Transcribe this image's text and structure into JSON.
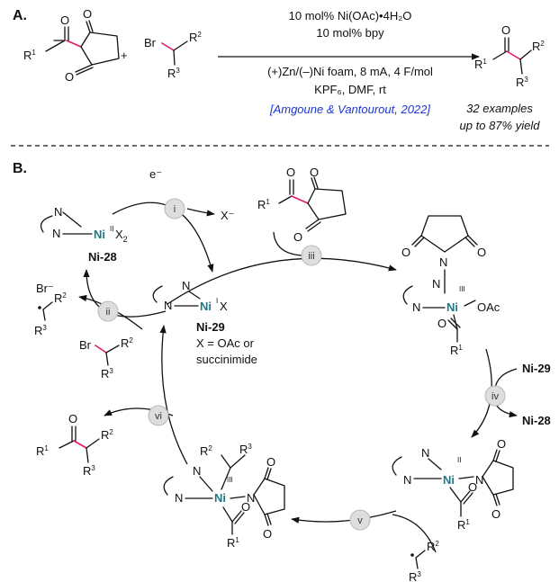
{
  "section_a": {
    "label": "A.",
    "cond_line1": "10 mol% Ni(OAc)•4H₂O",
    "cond_line2": "10 mol% bpy",
    "cond_line3": "(+)Zn/(–)Ni foam, 8 mA, 4 F/mol",
    "cond_line4": "KPF₆, DMF, rt",
    "reference": "[Amgoune & Vantourout, 2022]",
    "scope_line1": "32 examples",
    "scope_line2": "up to 87% yield",
    "plus": "+"
  },
  "section_b": {
    "label": "B.",
    "steps": [
      "i",
      "ii",
      "iii",
      "iv",
      "v",
      "vi"
    ],
    "electron": "e⁻",
    "halide_anion": "X⁻",
    "bromide_anion": "Br⁻",
    "ni28": "Ni-28",
    "ni29": "Ni-29",
    "ni29_caption_line1": "X = OAc or",
    "ni29_caption_line2": "succinimide",
    "step_iv_in": "Ni-29",
    "step_iv_out": "Ni-28"
  },
  "colors": {
    "accent_bond": "#e0186c",
    "nickel": "#1a7a8a",
    "reference": "#1a35d8",
    "step_circle": "#dedede"
  },
  "icons": [
    "reaction-arrow",
    "catalytic-cycle-arrow",
    "step-label-circle"
  ]
}
